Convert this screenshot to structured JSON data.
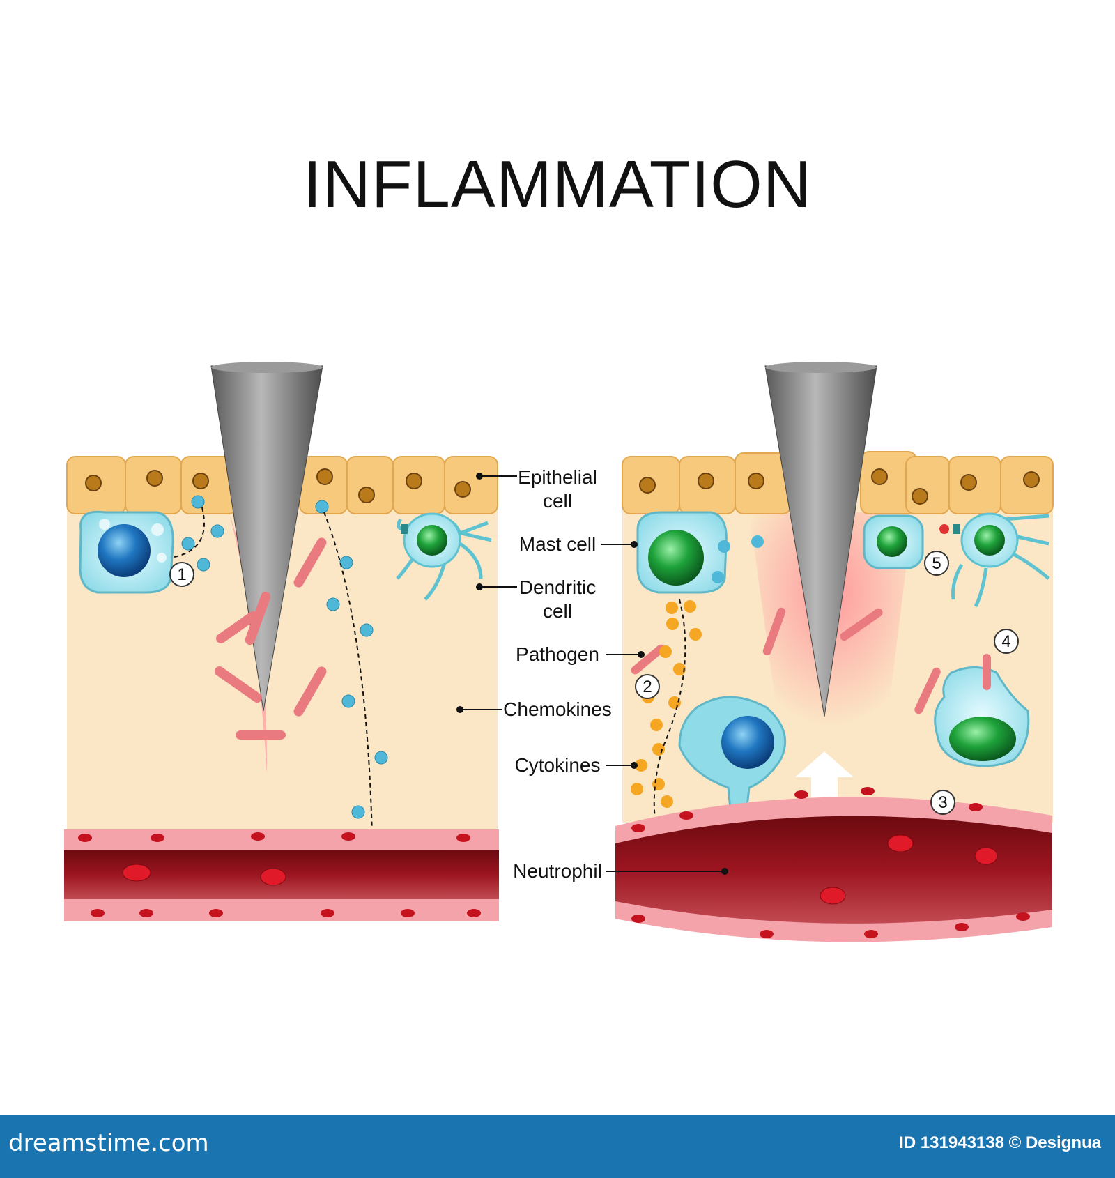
{
  "title": "INFLAMMATION",
  "labels": {
    "epithelial": [
      "Epithelial",
      "cell"
    ],
    "mast": "Mast cell",
    "dendritic": [
      "Dendritic",
      "cell"
    ],
    "pathogen": "Pathogen",
    "chemokines": "Chemokines",
    "cytokines": "Cytokines",
    "neutrophil": "Neutrophil"
  },
  "steps": [
    "1",
    "2",
    "3",
    "4",
    "5"
  ],
  "footer": {
    "site": "dreamstime.com",
    "credit": "ID 131943138 © Designua"
  },
  "colors": {
    "tissue": "#fbe7c6",
    "epithelium": "#f7c97c",
    "vessel": "#8c0f16",
    "vessel_wall": "#f4a3aa",
    "chemokine": "#4fb8d8",
    "cytokine": "#f5a623",
    "pathogen": "#e97a80",
    "footer": "#1a74b0"
  }
}
